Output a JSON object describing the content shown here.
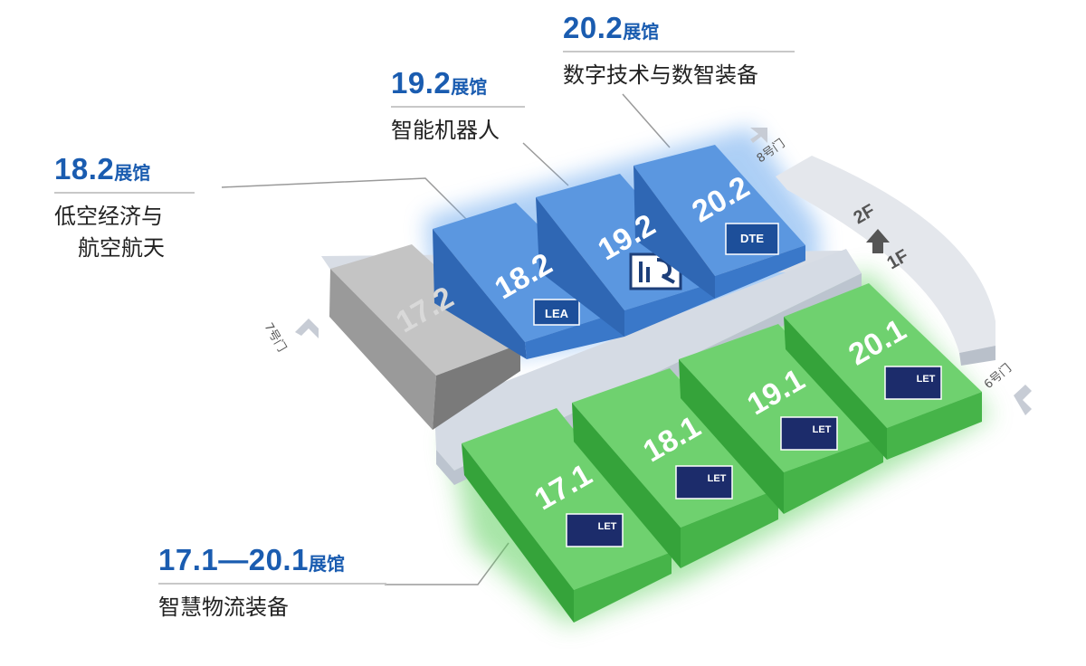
{
  "legends": {
    "hall_18_2": {
      "number": "18.2",
      "suffix": "展馆",
      "line1": "低空经济与",
      "line2": "航空航天"
    },
    "hall_19_2": {
      "number": "19.2",
      "suffix": "展馆",
      "line1": "智能机器人"
    },
    "hall_20_2": {
      "number": "20.2",
      "suffix": "展馆",
      "line1": "数字技术与数智装备"
    },
    "hall_green": {
      "number": "17.1—20.1",
      "suffix": "展馆",
      "line1": "智慧物流装备"
    }
  },
  "halls": {
    "h17_2": "17.2",
    "h18_2": "18.2",
    "h19_2": "19.2",
    "h20_2": "20.2",
    "h17_1": "17.1",
    "h18_1": "18.1",
    "h19_1": "19.1",
    "h20_1": "20.1"
  },
  "gates": {
    "gate6": "6号门",
    "gate7": "7号门",
    "gate8": "8号门"
  },
  "floors": {
    "upper": "2F",
    "lower": "1F"
  },
  "logos": {
    "lea": "LEA",
    "dte": "DTE",
    "let": "LET"
  },
  "colors": {
    "upper_blue": "#3d7fd1",
    "lower_green": "#4cbd4c",
    "hall_gray": "#8f8f8f",
    "accent_text": "#1a5cb0"
  }
}
